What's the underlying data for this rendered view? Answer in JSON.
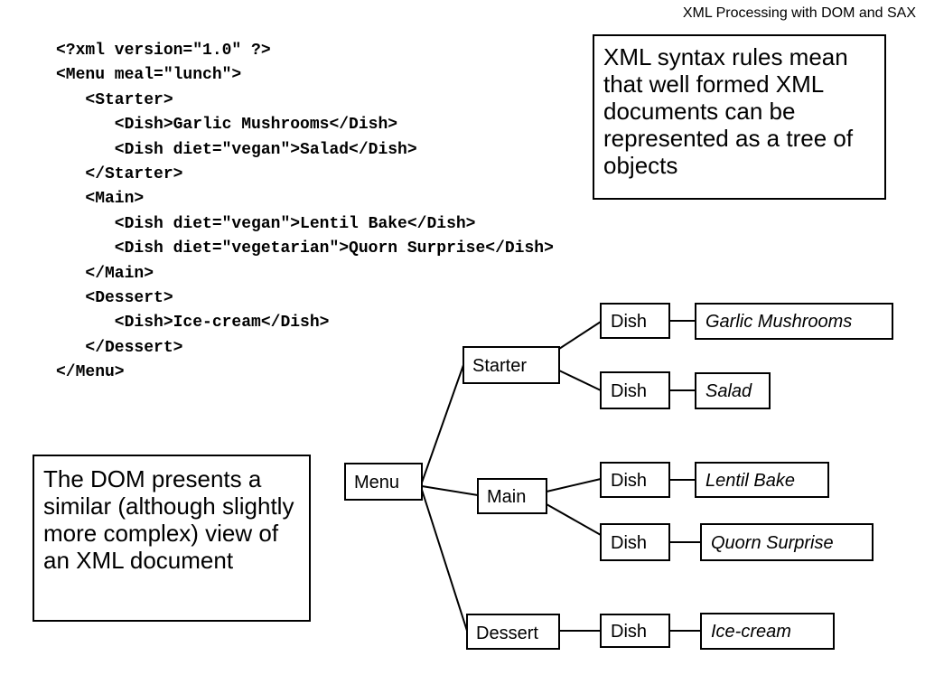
{
  "header": {
    "title": "XML Processing with DOM and SAX"
  },
  "xml_code": {
    "lines": [
      "<?xml version=\"1.0\" ?>",
      "<Menu meal=\"lunch\">",
      "   <Starter>",
      "      <Dish>Garlic Mushrooms</Dish>",
      "      <Dish diet=\"vegan\">Salad</Dish>",
      "   </Starter>",
      "   <Main>",
      "      <Dish diet=\"vegan\">Lentil Bake</Dish>",
      "      <Dish diet=\"vegetarian\">Quorn Surprise</Dish>",
      "   </Main>",
      "   <Dessert>",
      "      <Dish>Ice-cream</Dish>",
      "   </Dessert>",
      "</Menu>"
    ]
  },
  "notes": {
    "syntax": "XML syntax rules mean that  well formed XML documents can be represented as a tree of objects",
    "dom": "The DOM presents a similar (although slightly more complex) view of an XML document"
  },
  "tree": {
    "root": "Menu",
    "starter": "Starter",
    "main": "Main",
    "dessert": "Dessert",
    "dish": "Dish",
    "leaves": {
      "garlic_mushrooms": "Garlic Mushrooms",
      "salad": "Salad",
      "lentil_bake": "Lentil Bake",
      "quorn_surprise": "Quorn Surprise",
      "ice_cream": "Ice-cream"
    }
  }
}
